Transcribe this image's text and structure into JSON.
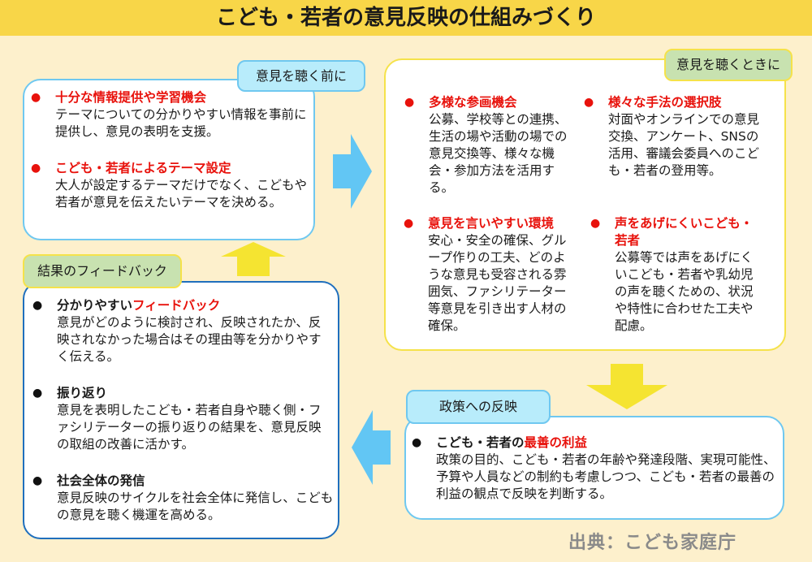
{
  "title": "こども・若者の意見反映の仕組みづくり",
  "before": {
    "tag": "意見を聴く前に",
    "items": [
      {
        "heading": "十分な情報提供や学習機会",
        "body": "テーマについての分かりやすい情報を事前に提供し、意見の表明を支援。"
      },
      {
        "heading": "こども・若者によるテーマ設定",
        "body": "大人が設定するテーマだけでなく、こどもや若者が意見を伝えたいテーマを決める。"
      }
    ]
  },
  "during": {
    "tag": "意見を聴くときに",
    "items": [
      {
        "heading": "多様な参画機会",
        "body": "公募、学校等との連携、生活の場や活動の場での意見交換等、様々な機会・参加方法を活用する。"
      },
      {
        "heading": "様々な手法の選択肢",
        "body": "対面やオンラインでの意見交換、アンケート、SNSの活用、審議会委員へのこども・若者の登用等。"
      },
      {
        "heading": "意見を言いやすい環境",
        "body": "安心・安全の確保、グループ作りの工夫、どのような意見も受容される雰囲気、ファシリテーター等意見を引き出す人材の確保。"
      },
      {
        "heading": "声をあげにくいこども・若者",
        "body": "公募等では声をあげにくいこども・若者や乳幼児の声を聴くための、状況や特性に合わせた工夫や配慮。"
      }
    ]
  },
  "policy": {
    "tag": "政策への反映",
    "items": [
      {
        "heading_black": "こども・若者の",
        "heading_red": "最善の利益",
        "body": "政策の目的、こども・若者の年齢や発達段階、実現可能性、予算や人員などの制約も考慮しつつ、こども・若者の最善の利益の観点で反映を判断する。"
      }
    ]
  },
  "feedback": {
    "tag": "結果のフィードバック",
    "items": [
      {
        "heading_black": "分かりやすい",
        "heading_red": "フィードバック",
        "body": "意見がどのように検討され、反映されたか、反映されなかった場合はその理由等を分かりやすく伝える。"
      },
      {
        "heading_black": "振り返り",
        "body": "意見を表明したこども・若者自身や聴く側・ファシリテーターの振り返りの結果を、意見反映の取組の改善に活かす。"
      },
      {
        "heading_black": "社会全体の発信",
        "body": "意見反映のサイクルを社会全体に発信し、こどもの意見を聴く機運を高める。"
      }
    ]
  },
  "source": "出典：こども家庭庁",
  "colors": {
    "bg": "#fdf0cc",
    "title": "#f8d648",
    "red": "#e8120c",
    "lightblue": "#6fc8f0",
    "darkblue": "#1f6fbd",
    "yellow": "#f5e24a"
  }
}
